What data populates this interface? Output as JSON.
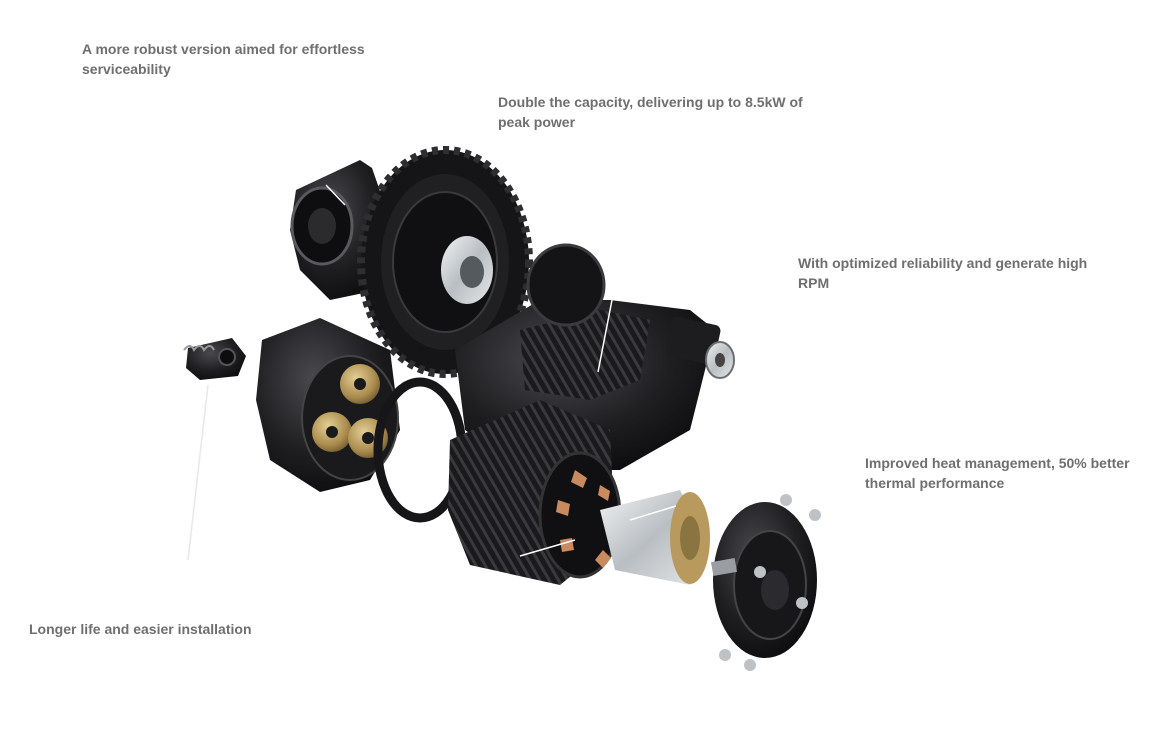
{
  "callouts": {
    "serviceability": "A more robust version aimed for effortless serviceability",
    "capacity": "Double the capacity, delivering up to 8.5kW of peak power",
    "reliability": "With optimized reliability and generate high RPM",
    "heat": "Improved heat management, 50% better thermal performance",
    "installation": "Longer life and easier installation"
  },
  "colors": {
    "background": "#ffffff",
    "text": "#6f6f6f",
    "metal_dark": "#1c1c1e",
    "brass": "#b89a5e",
    "copper": "#c98a5e",
    "silver": "#cfd3d6"
  }
}
